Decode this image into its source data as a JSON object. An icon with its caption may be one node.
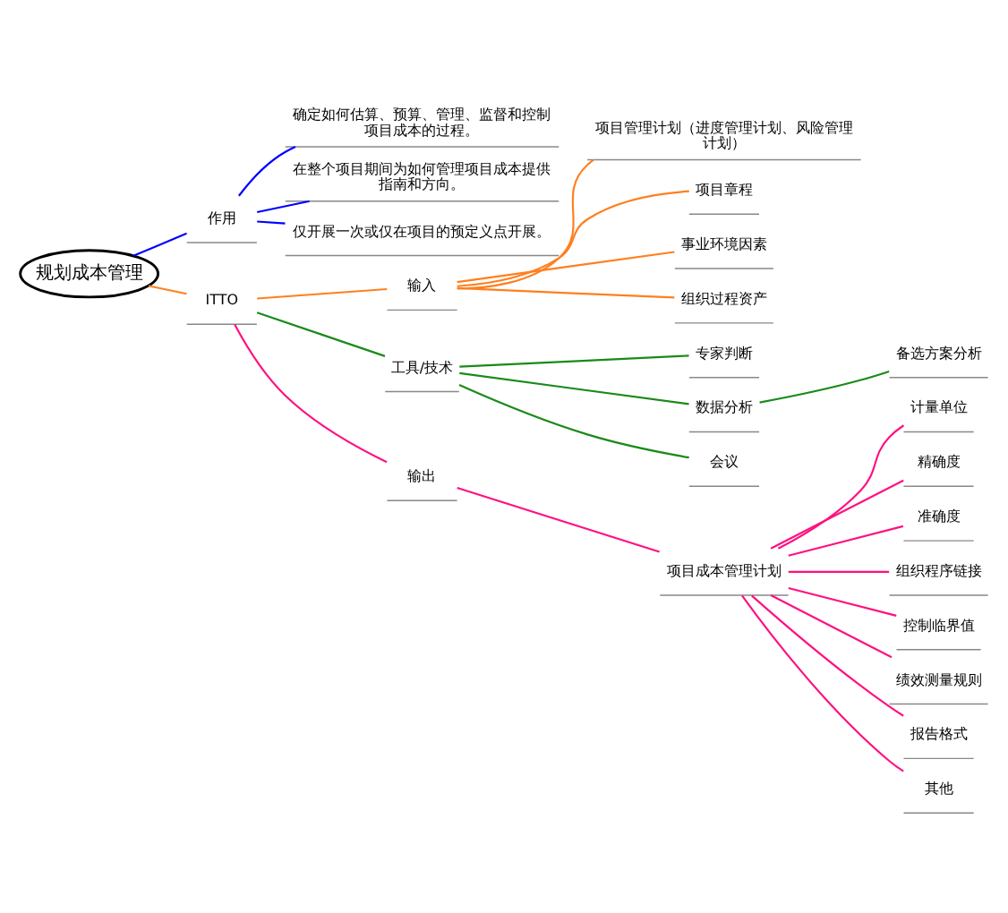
{
  "diagram": {
    "nodes": [
      {
        "text": [
          "规划成本管理"
        ]
      },
      {
        "text": [
          "作用"
        ]
      },
      {
        "text": [
          "确定如何估算、预算、管理、监督和控制项目成本的过程。"
        ]
      },
      {
        "text": [
          "在整个项目期间为如何管理项目成本提供指南和方向。"
        ]
      },
      {
        "text": [
          "仅开展一次或仅在项目的预定义点开展。"
        ]
      },
      {
        "text": [
          "ITTO"
        ]
      },
      {
        "text": [
          "输入"
        ]
      },
      {
        "text": [
          "项目管理计划（进度管理计划、风险管理计划）"
        ]
      },
      {
        "text": [
          "项目章程"
        ]
      },
      {
        "text": [
          "事业环境因素"
        ]
      },
      {
        "text": [
          "组织过程资产"
        ]
      },
      {
        "text": [
          "工具/技术"
        ]
      },
      {
        "text": [
          "专家判断"
        ]
      },
      {
        "text": [
          "数据分析"
        ]
      },
      {
        "text": [
          "备选方案分析"
        ]
      },
      {
        "text": [
          "会议"
        ]
      },
      {
        "text": [
          "输出"
        ]
      },
      {
        "text": [
          "项目成本管理计划"
        ]
      },
      {
        "text": [
          "计量单位"
        ]
      },
      {
        "text": [
          "精确度"
        ]
      },
      {
        "text": [
          "准确度"
        ]
      },
      {
        "text": [
          "组织程序链接"
        ]
      },
      {
        "text": [
          "控制临界值"
        ]
      },
      {
        "text": [
          "绩效测量规则"
        ]
      },
      {
        "text": [
          "报告格式"
        ]
      },
      {
        "text": [
          "其他"
        ]
      }
    ],
    "edges": [
      {
        "from": 0,
        "to": 1,
        "arrow": "none",
        "color": "#0000ff"
      },
      {
        "from": 1,
        "to": 2,
        "arrow": "none",
        "color": "#0000ff"
      },
      {
        "from": 1,
        "to": 3,
        "arrow": "none",
        "color": "#0000ff"
      },
      {
        "from": 1,
        "to": 4,
        "arrow": "none",
        "color": "#0000ff"
      },
      {
        "from": 0,
        "to": 5,
        "arrow": "none",
        "color": "#ff7f1e"
      },
      {
        "from": 5,
        "to": 6,
        "arrow": "none",
        "color": "#ff7f1e"
      },
      {
        "from": 6,
        "to": 7,
        "arrow": "none",
        "color": "#ff7f1e"
      },
      {
        "from": 6,
        "to": 8,
        "arrow": "none",
        "color": "#ff7f1e"
      },
      {
        "from": 6,
        "to": 9,
        "arrow": "none",
        "color": "#ff7f1e"
      },
      {
        "from": 6,
        "to": 10,
        "arrow": "none",
        "color": "#ff7f1e"
      },
      {
        "from": 5,
        "to": 11,
        "arrow": "none",
        "color": "#1a8a1a"
      },
      {
        "from": 11,
        "to": 12,
        "arrow": "none",
        "color": "#1a8a1a"
      },
      {
        "from": 11,
        "to": 13,
        "arrow": "none",
        "color": "#1a8a1a"
      },
      {
        "from": 13,
        "to": 14,
        "arrow": "none",
        "color": "#1a8a1a"
      },
      {
        "from": 11,
        "to": 15,
        "arrow": "none",
        "color": "#1a8a1a"
      },
      {
        "from": 5,
        "to": 16,
        "arrow": "none"
      },
      {
        "from": 16,
        "to": 17,
        "arrow": "none"
      },
      {
        "from": 17,
        "to": 18,
        "arrow": "none"
      },
      {
        "from": 17,
        "to": 19,
        "arrow": "none"
      },
      {
        "from": 17,
        "to": 20,
        "arrow": "none"
      },
      {
        "from": 17,
        "to": 21,
        "arrow": "none"
      },
      {
        "from": 17,
        "to": 22,
        "arrow": "none"
      },
      {
        "from": 17,
        "to": 23,
        "arrow": "none"
      },
      {
        "from": 17,
        "to": 24,
        "arrow": "none"
      },
      {
        "from": 17,
        "to": 25,
        "arrow": "none"
      }
    ]
  }
}
